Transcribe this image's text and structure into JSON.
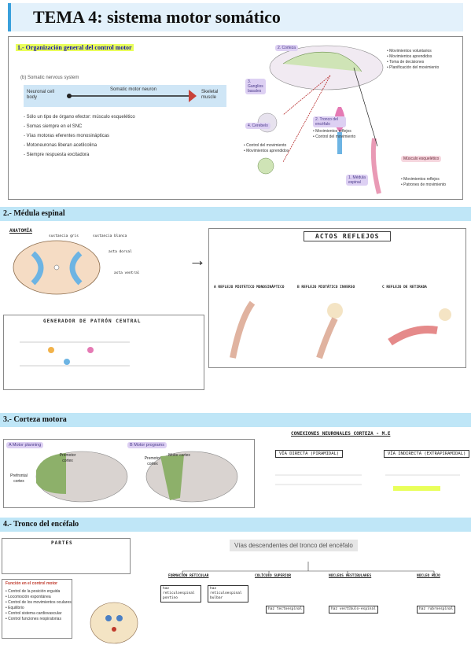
{
  "title": "TEMA 4: sistema motor somático",
  "sections": {
    "s1": "1.- Organización general del control motor",
    "s2": "2.- Médula espinal",
    "s3": "3.- Corteza motora",
    "s4": "4.- Tronco del encéfalo"
  },
  "s1": {
    "caption": "(b)  Somatic nervous system",
    "neuron_cell": "Neuronal cell body",
    "motor_neuron": "Somatic motor neuron",
    "muscle": "Skeletal muscle",
    "bullets": [
      "Sólo un tipo de órgano efector: músculo esquelético",
      "Somas siempre en el SNC",
      "Vías motoras eferentes monosinápticas",
      "Motoneuronas liberan acetilcolina",
      "Siempre respuesta excitadora"
    ],
    "corteza": "2. Corteza",
    "ganglios": "3. Ganglios basales",
    "cerebelo": "4. Cerebelo",
    "tronco": "2. Tronco del encéfalo",
    "medula": "1. Médula espinal",
    "musculo": "Músculo esquelético",
    "corteza_notes": [
      "Movimientos voluntarios",
      "Movimientos aprendidos",
      "Toma de decisiones",
      "Planificación del movimiento"
    ],
    "tronco_notes": [
      "Movimientos reflejos",
      "Control del movimiento"
    ],
    "cerebelo_notes": [
      "Control del movimiento",
      "Movimientos aprendidos"
    ],
    "medula_notes": [
      "Movimientos reflejos",
      "Patrones de movimiento"
    ]
  },
  "s2": {
    "anatomia": "ANATOMÍA",
    "gris": "sustancia gris",
    "blanca": "sustancia blanca",
    "dorsal": "asta dorsal",
    "ventral": "asta ventral",
    "generador": "GENERADOR DE PATRÓN CENTRAL",
    "actos": "ACTOS REFLEJOS",
    "r1": "A REFLEJO MIOTÁTICO MONOSINÁPTICO",
    "r2": "B REFLEJO MIOTÁTICO INVERSO",
    "r3": "C REFLEJO DE RETIRADA"
  },
  "s3": {
    "motor_planning": "A  Motor planning",
    "motor_programs": "B  Motor programs",
    "premotor": "Premotor cortex",
    "prefrontal": "Prefrontal cortex",
    "motor_cortex": "Motor cortex",
    "conexiones": "CONEXIONES NEURONALES CORTEZA - M.E",
    "via_directa": "VÍA DIRECTA (PIRAMIDAL)",
    "via_indirecta": "VÍA INDIRECTA (EXTRAPIRAMIDAL)"
  },
  "s4": {
    "partes": "PARTES",
    "funcion": "Función en el control motor",
    "funcion_items": [
      "Control de la posición erguida",
      "Locomoción espontánea",
      "Control de los movimientos oculares",
      "Equilibrio",
      "Control sistema cardiovascular",
      "Control funciones respiratorias"
    ],
    "vias": "Vías descendentes del tronco del encéfalo",
    "formacion": "FORMACIÓN RETICULAR",
    "coliculo": "COLÍCULO SUPERIOR",
    "nucleos": "NÚCLEOS VESTIBULARES",
    "nucleo_rojo": "NÚCLEO ROJO",
    "haz_pontino": "haz reticuloespinal pontino",
    "haz_bulbar": "haz reticuloespinal bulbar",
    "haz_tecto": "haz tectoespinal",
    "haz_vestibulo": "haz vestíbulo-espinal",
    "haz_rubro": "haz rubroespinal"
  },
  "colors": {
    "accent": "#3aa0dc",
    "section": "#bfe6f7",
    "highlight": "#e9ff5a",
    "purple": "#ddd0f3",
    "green": "#8db06a"
  }
}
